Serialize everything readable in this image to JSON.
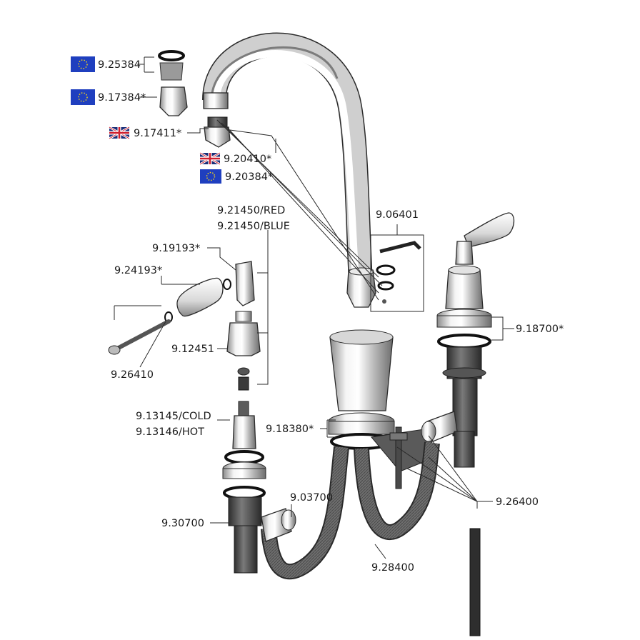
{
  "diagram": {
    "labels": {
      "p_925384": "9.25384",
      "p_917384": "9.17384*",
      "p_917411": "9.17411*",
      "p_920410": "9.20410*",
      "p_920384": "9.20384*",
      "p_921450_red": "9.21450/RED",
      "p_921450_blue": "9.21450/BLUE",
      "p_919193": "9.19193*",
      "p_924193": "9.24193*",
      "p_906401": "9.06401",
      "p_918700": "9.18700*",
      "p_912451": "9.12451",
      "p_926410": "9.26410",
      "p_913145": "9.13145/COLD",
      "p_913146": "9.13146/HOT",
      "p_918380": "9.18380*",
      "p_903700": "9.03700",
      "p_926400": "9.26400",
      "p_930700": "9.30700",
      "p_928400": "9.28400"
    },
    "flags": {
      "eu_color": "#1f3fbf",
      "eu_star_color": "#f2d21b",
      "uk_blue": "#1b2f7a",
      "uk_red": "#cf1f2e"
    },
    "icons": [
      "eu-flag-icon",
      "uk-flag-icon"
    ]
  }
}
